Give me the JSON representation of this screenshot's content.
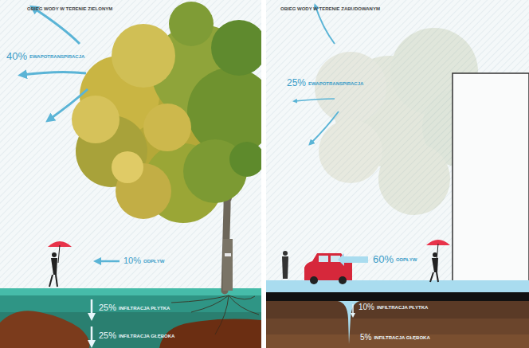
{
  "diagram": {
    "labels": [
      "OBIEG WODY W TERENIE ZIELONYM",
      "OBIEG WODY W TERENIE ZABUDOWANYM",
      "40%",
      "EWAPOTRANSPIRACJA",
      "10%",
      "ODPŁYW",
      "25%",
      "INFILTRACJA PŁYTKA",
      "25%",
      "INFILTRACJA GŁĘBOKA",
      "25%",
      "EWAPOTRANSPIRACJA",
      "60%",
      "ODPŁYW",
      "10%",
      "INFILTRACJA PŁYTKA",
      "5%",
      "INFILTRACJA GŁĘBOKA"
    ]
  }
}
